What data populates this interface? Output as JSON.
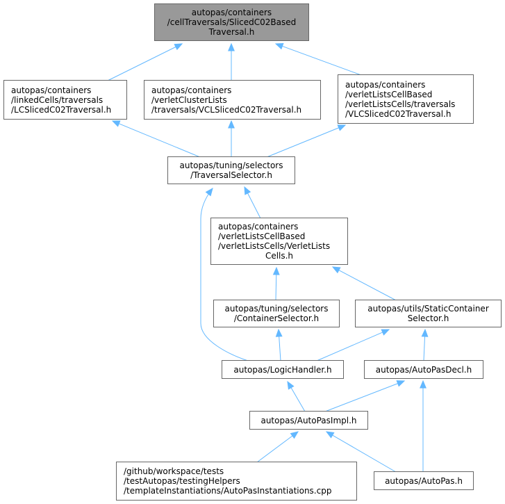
{
  "diagram": {
    "edge_color": "#63b8ff",
    "root_fill": "#999999",
    "node_border": "#666666",
    "nodes": [
      {
        "id": "root",
        "lines": [
          "autopas/containers",
          "/cellTraversals/SlicedC02Based",
          "Traversal.h"
        ]
      },
      {
        "id": "lc",
        "lines": [
          "autopas/containers",
          "/linkedCells/traversals",
          "/LCSlicedC02Traversal.h"
        ]
      },
      {
        "id": "vcl",
        "lines": [
          "autopas/containers",
          "/verletClusterLists",
          "/traversals/VCLSlicedC02Traversal.h"
        ]
      },
      {
        "id": "vlc",
        "lines": [
          "autopas/containers",
          "/verletListsCellBased",
          "/verletListsCells/traversals",
          "/VLCSlicedC02Traversal.h"
        ]
      },
      {
        "id": "ts",
        "lines": [
          "autopas/tuning/selectors",
          "/TraversalSelector.h"
        ]
      },
      {
        "id": "vlcells",
        "lines": [
          "autopas/containers",
          "/verletListsCellBased",
          "/verletListsCells/VerletLists",
          "Cells.h"
        ]
      },
      {
        "id": "cs",
        "lines": [
          "autopas/tuning/selectors",
          "/ContainerSelector.h"
        ]
      },
      {
        "id": "scs",
        "lines": [
          "autopas/utils/StaticContainer",
          "Selector.h"
        ]
      },
      {
        "id": "lh",
        "lines": [
          "autopas/LogicHandler.h"
        ]
      },
      {
        "id": "apd",
        "lines": [
          "autopas/AutoPasDecl.h"
        ]
      },
      {
        "id": "api",
        "lines": [
          "autopas/AutoPasImpl.h"
        ]
      },
      {
        "id": "gh",
        "lines": [
          "/github/workspace/tests",
          "/testAutopas/testingHelpers",
          "/templateInstantiations/AutoPasInstantiations.cpp"
        ]
      },
      {
        "id": "ap",
        "lines": [
          "autopas/AutoPas.h"
        ]
      }
    ],
    "edges": [
      {
        "from": "lc",
        "to": "root"
      },
      {
        "from": "vcl",
        "to": "root"
      },
      {
        "from": "vlc",
        "to": "root"
      },
      {
        "from": "ts",
        "to": "lc"
      },
      {
        "from": "ts",
        "to": "vcl"
      },
      {
        "from": "ts",
        "to": "vlc"
      },
      {
        "from": "vlcells",
        "to": "ts"
      },
      {
        "from": "lh",
        "to": "ts"
      },
      {
        "from": "cs",
        "to": "vlcells"
      },
      {
        "from": "scs",
        "to": "vlcells"
      },
      {
        "from": "lh",
        "to": "cs"
      },
      {
        "from": "lh",
        "to": "scs"
      },
      {
        "from": "apd",
        "to": "scs"
      },
      {
        "from": "api",
        "to": "lh"
      },
      {
        "from": "api",
        "to": "apd"
      },
      {
        "from": "ap",
        "to": "apd"
      },
      {
        "from": "gh",
        "to": "api"
      },
      {
        "from": "ap",
        "to": "api"
      }
    ]
  }
}
